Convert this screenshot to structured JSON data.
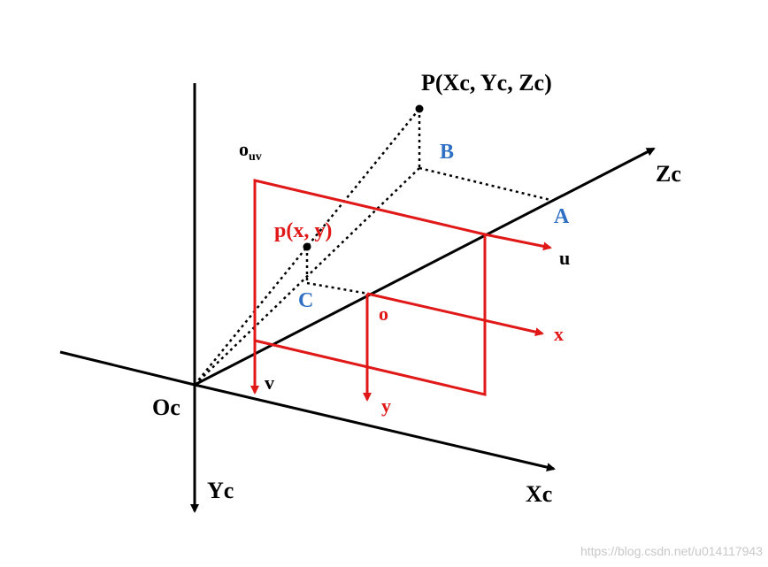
{
  "labels": {
    "P": "P(Xc, Yc, Zc)",
    "B": "B",
    "A": "A",
    "Zc": "Zc",
    "ouv_main": "o",
    "ouv_sub": "uv",
    "p": "p(x, y)",
    "u": "u",
    "C": "C",
    "o": "o",
    "x": "x",
    "v": "v",
    "y": "y",
    "Oc": "Oc",
    "Yc": "Yc",
    "Xc": "Xc"
  },
  "watermark": "https://blog.csdn.net/u014117943",
  "colors": {
    "axis": "#000000",
    "image_plane": "#e01818",
    "point_label": "#2f6fc4"
  }
}
